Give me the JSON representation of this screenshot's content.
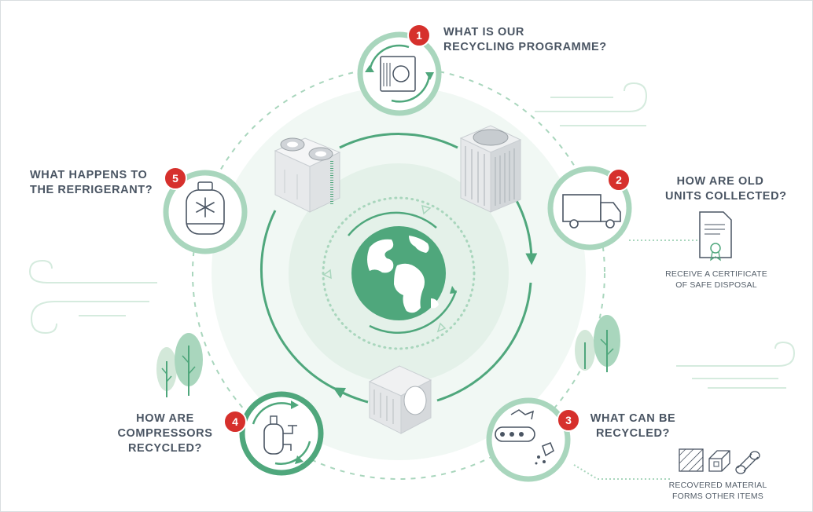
{
  "colors": {
    "green": "#4fa77c",
    "light_green": "#a9d6bd",
    "pale_green": "#e8f3ed",
    "badge_red": "#d6302c",
    "text": "#4a5563"
  },
  "steps": [
    {
      "number": "1",
      "lines": [
        "WHAT IS OUR",
        "RECYCLING PROGRAMME?"
      ],
      "icon": "recycling-unit-icon"
    },
    {
      "number": "2",
      "lines": [
        "HOW ARE OLD",
        "UNITS COLLECTED?"
      ],
      "icon": "truck-icon"
    },
    {
      "number": "3",
      "lines": [
        "WHAT CAN BE",
        "RECYCLED?"
      ],
      "icon": "conveyor-icon"
    },
    {
      "number": "4",
      "lines": [
        "HOW ARE",
        "COMPRESSORS",
        "RECYCLED?"
      ],
      "icon": "compressor-icon"
    },
    {
      "number": "5",
      "lines": [
        "WHAT HAPPENS TO",
        "THE REFRIGERANT?"
      ],
      "icon": "refrigerant-cylinder-icon"
    }
  ],
  "notes": {
    "certificate": [
      "RECEIVE A CERTIFICATE",
      "OF SAFE DISPOSAL"
    ],
    "materials": [
      "RECOVERED MATERIAL",
      "FORMS OTHER ITEMS"
    ]
  }
}
